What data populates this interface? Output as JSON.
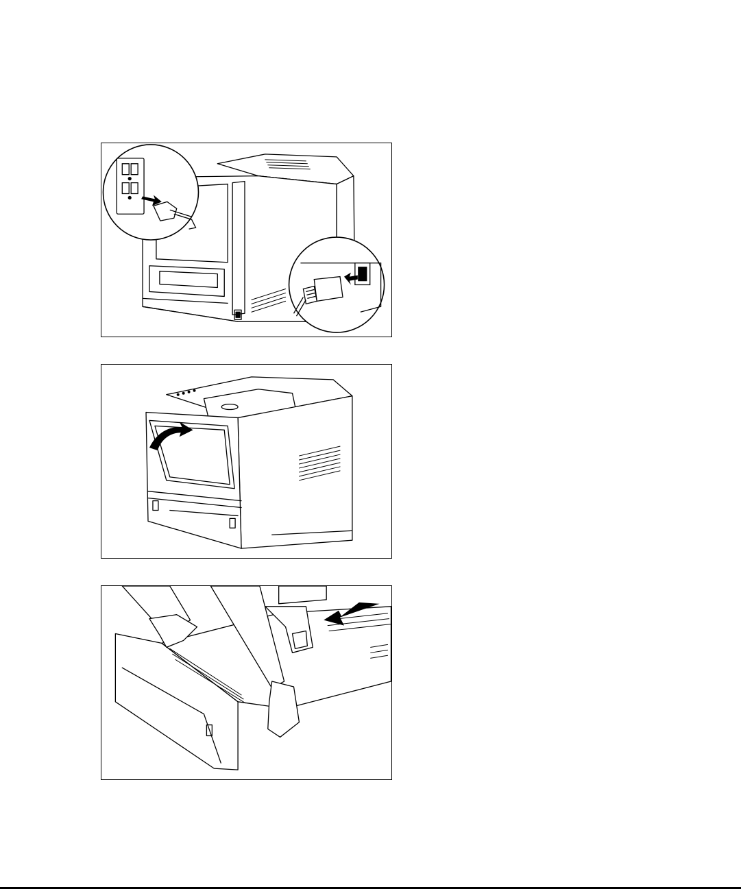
{
  "page": {
    "figures": [
      {
        "illustration": "printer-rear-power-cord-unplug",
        "icons": [
          "wall-outlet-icon",
          "power-plug-icon",
          "power-inlet-icon",
          "pull-arrow-icon"
        ]
      },
      {
        "illustration": "printer-front-multipurpose-tray-close",
        "icons": [
          "close-arrow-icon"
        ]
      },
      {
        "illustration": "paper-cassette-pull-out",
        "icons": [
          "hands-icon",
          "pull-arrow-icon"
        ]
      }
    ]
  },
  "colors": {
    "ink": "#000000",
    "paper": "#ffffff"
  }
}
